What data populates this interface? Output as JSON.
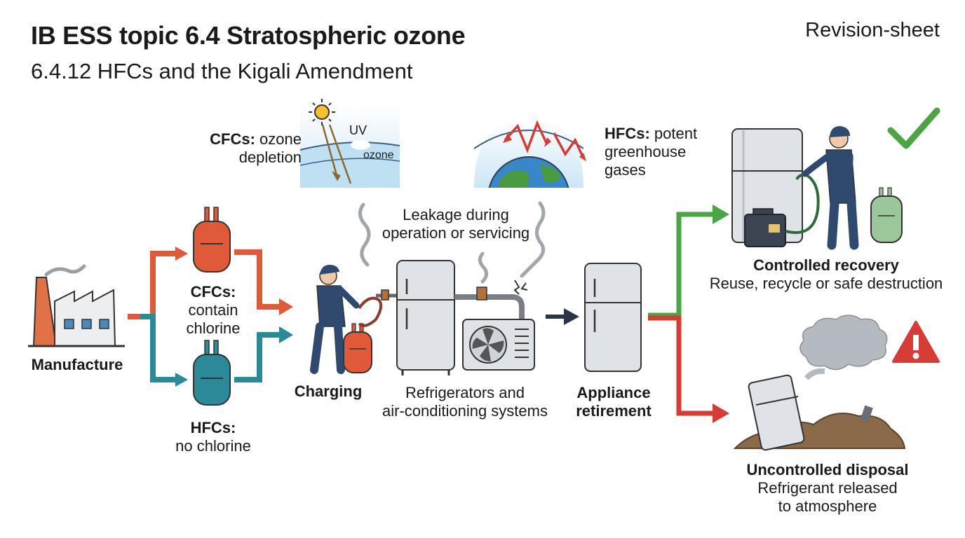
{
  "header": {
    "title": "IB ESS topic 6.4 Stratospheric ozone",
    "subtitle": "6.4.12 HFCs and the Kigali Amendment",
    "tag": "Revision-sheet"
  },
  "ozone_inset": {
    "cfc_label_bold": "CFCs:",
    "cfc_label_rest": "ozone",
    "cfc_label_line2": "depletion",
    "uv_label": "UV",
    "ozone_label": "ozone"
  },
  "greenhouse_inset": {
    "hfc_label_bold": "HFCs:",
    "hfc_label_rest": "potent",
    "hfc_line2": "greenhouse",
    "hfc_line3": "gases"
  },
  "stages": {
    "manufacture": "Manufacture",
    "cfc_bold": "CFCs:",
    "cfc_line2": "contain",
    "cfc_line3": "chlorine",
    "hfc_bold": "HFCs:",
    "hfc_line2": "no chlorine",
    "charging": "Charging",
    "leakage_line1": "Leakage during",
    "leakage_line2": "operation or servicing",
    "systems_line1": "Refrigerators and",
    "systems_line2": "air-conditioning systems",
    "retirement_line1": "Appliance",
    "retirement_line2": "retirement"
  },
  "outcomes": {
    "controlled_title": "Controlled recovery",
    "controlled_desc": "Reuse, recycle or safe destruction",
    "uncontrolled_title": "Uncontrolled disposal",
    "uncontrolled_line2": "Refrigerant released",
    "uncontrolled_line3": "to atmosphere"
  },
  "colors": {
    "cfc": "#e05a3a",
    "hfc": "#2a8a99",
    "good": "#4aa544",
    "bad": "#d63b35",
    "worker": "#2f4a6e",
    "appliance": "#dfe3e8"
  }
}
